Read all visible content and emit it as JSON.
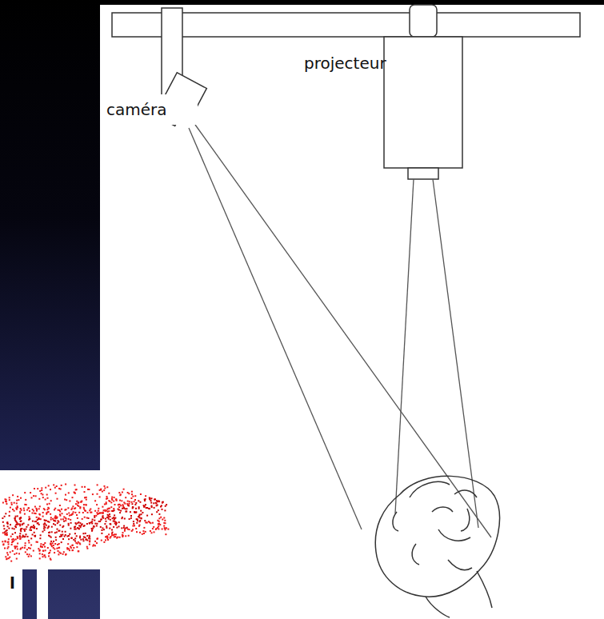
{
  "diagram": {
    "labels": [
      "caméra",
      "projecteur",
      "l"
    ]
  }
}
